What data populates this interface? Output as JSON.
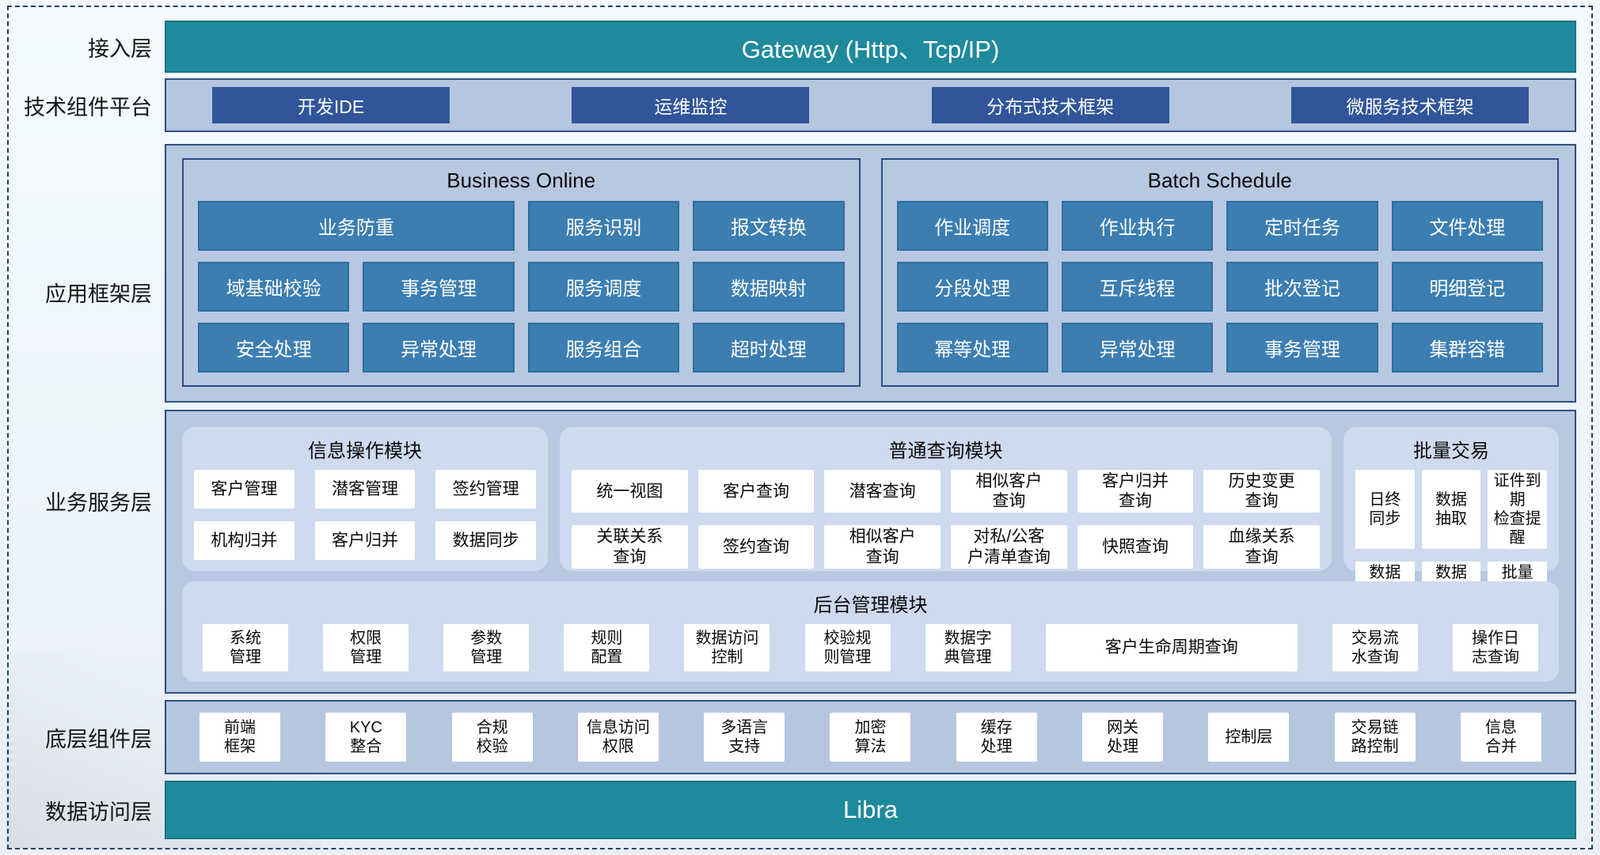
{
  "layers": {
    "access": {
      "label": "接入层",
      "gateway_label": "Gateway (Http、Tcp/IP)"
    },
    "tech_platform": {
      "label": "技术组件平台",
      "items": [
        "开发IDE",
        "运维监控",
        "分布式技术框架",
        "微服务技术框架"
      ]
    },
    "app_framework": {
      "label": "应用框架层",
      "business_online": {
        "title": "Business Online",
        "items": [
          "业务防重",
          "服务识别",
          "报文转换",
          "域基础校验",
          "事务管理",
          "服务调度",
          "数据映射",
          "安全处理",
          "异常处理",
          "服务组合",
          "超时处理"
        ]
      },
      "batch_schedule": {
        "title": "Batch Schedule",
        "items": [
          "作业调度",
          "作业执行",
          "定时任务",
          "文件处理",
          "分段处理",
          "互斥线程",
          "批次登记",
          "明细登记",
          "幂等处理",
          "异常处理",
          "事务管理",
          "集群容错"
        ]
      }
    },
    "business_service": {
      "label": "业务服务层",
      "info_module": {
        "title": "信息操作模块",
        "items": [
          "客户管理",
          "潜客管理",
          "签约管理",
          "机构归并",
          "客户归并",
          "数据同步"
        ]
      },
      "query_module": {
        "title": "普通查询模块",
        "items": [
          "统一视图",
          "客户查询",
          "潜客查询",
          "相似客户\n查询",
          "客户归并\n查询",
          "历史变更\n查询",
          "关联关系\n查询",
          "签约查询",
          "相似客户\n查询",
          "对私/公客\n户清单查询",
          "快照查询",
          "血缘关系\n查询"
        ]
      },
      "batch_trade": {
        "title": "批量交易",
        "items": [
          "日终\n同步",
          "数据\n抽取",
          "证件到期\n检查提醒",
          "数据\n转换",
          "数据\n装载",
          "批量\n开户"
        ]
      },
      "admin_module": {
        "title": "后台管理模块",
        "items": [
          "系统\n管理",
          "权限\n管理",
          "参数\n管理",
          "规则\n配置",
          "数据访问\n控制",
          "校验规\n则管理",
          "数据字\n典管理",
          "客户生命周期查询",
          "交易流\n水查询",
          "操作日\n志查询"
        ]
      }
    },
    "base_components": {
      "label": "底层组件层",
      "items": [
        "前端\n框架",
        "KYC\n整合",
        "合规\n校验",
        "信息访问\n权限",
        "多语言\n支持",
        "加密\n算法",
        "缓存\n处理",
        "网关\n处理",
        "控制层",
        "交易链\n路控制",
        "信息\n合并"
      ]
    },
    "data_access": {
      "label": "数据访问层",
      "bar_label": "Libra"
    }
  },
  "colors": {
    "teal_bar": "#1E8A9C",
    "navy_button": "#30559A",
    "steel_button": "#3C7EB2",
    "panel_fill": "#B5C6DE",
    "panel_border": "#2F4F7F",
    "subpanel_fill": "#CEDAEE",
    "white_box": "#FFFFFF",
    "dashed_border": "#23406B"
  }
}
